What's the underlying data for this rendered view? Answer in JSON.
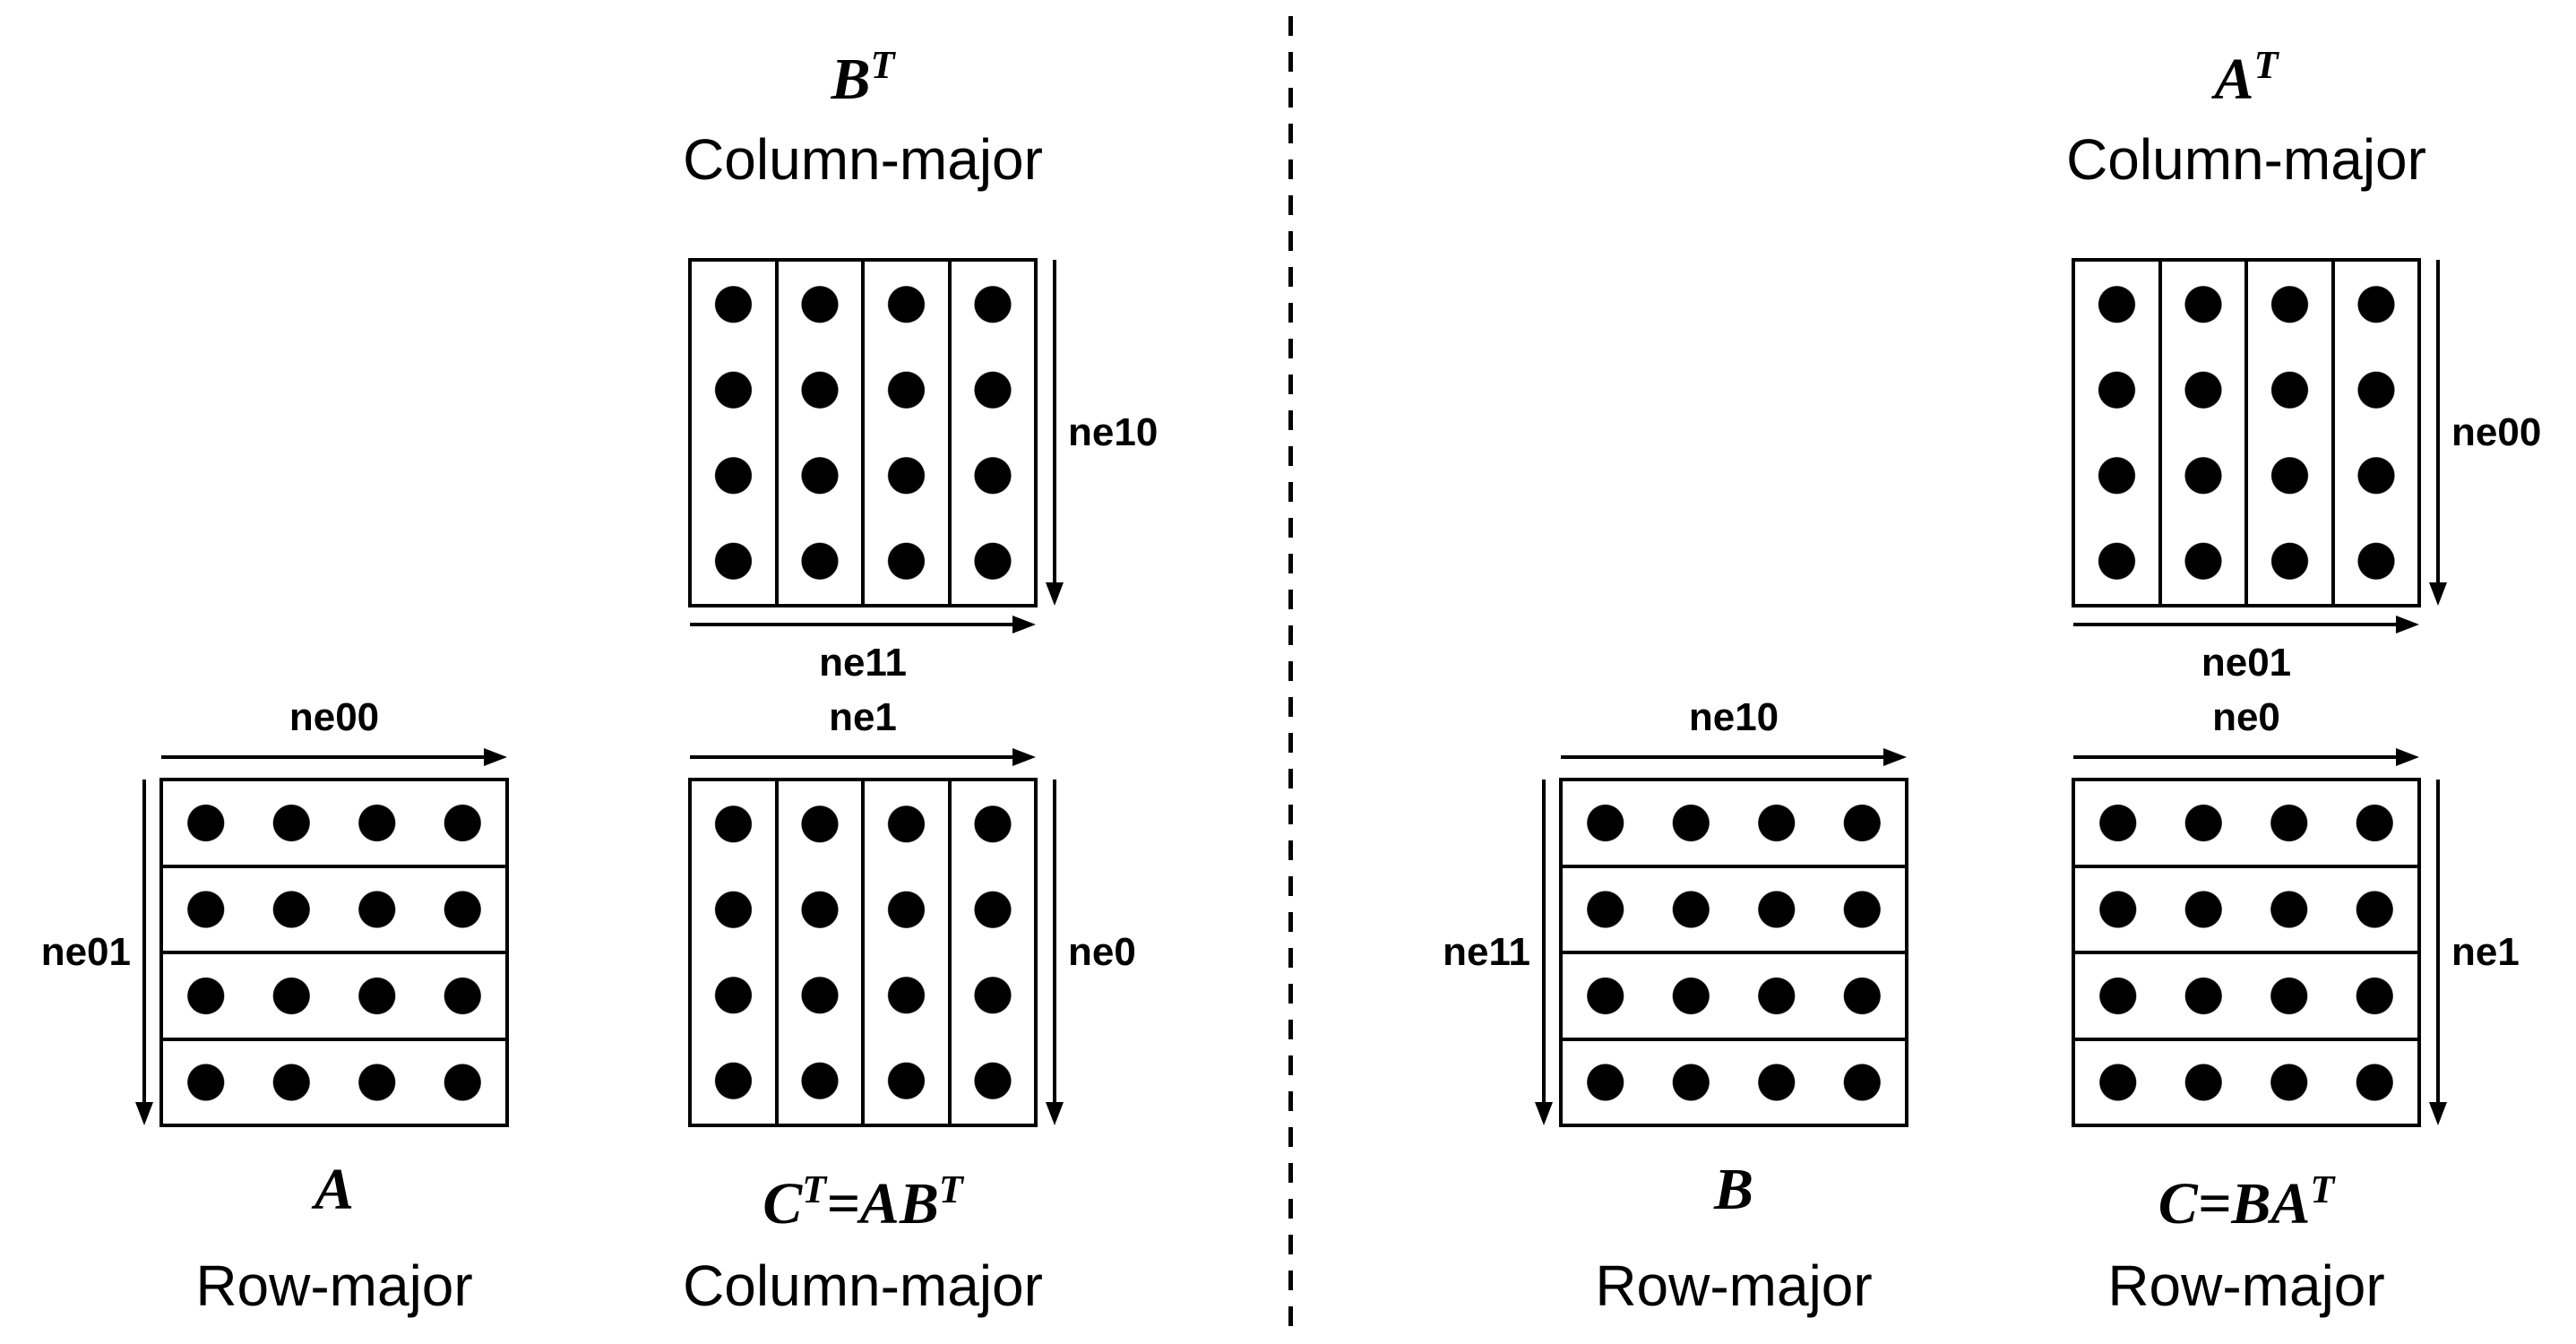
{
  "diagram": {
    "left": {
      "bt": {
        "formula": [
          {
            "t": "B",
            "sup": "T"
          }
        ],
        "layout": "Column-major",
        "right_label": "ne10",
        "bottom_label": "ne11"
      },
      "a": {
        "formula": [
          {
            "t": "A"
          }
        ],
        "layout": "Row-major",
        "top_label": "ne00",
        "left_label": "ne01"
      },
      "ct": {
        "formula": [
          {
            "t": "C",
            "sup": "T"
          },
          {
            "t": "=AB",
            "sup": "T"
          }
        ],
        "layout": "Column-major",
        "top_label": "ne1",
        "right_label": "ne0"
      }
    },
    "right": {
      "at": {
        "formula": [
          {
            "t": "A",
            "sup": "T"
          }
        ],
        "layout": "Column-major",
        "right_label": "ne00",
        "bottom_label": "ne01"
      },
      "b": {
        "formula": [
          {
            "t": "B"
          }
        ],
        "layout": "Row-major",
        "top_label": "ne10",
        "left_label": "ne11"
      },
      "c": {
        "formula": [
          {
            "t": "C=BA",
            "sup": "T"
          }
        ],
        "layout": "Row-major",
        "top_label": "ne0",
        "right_label": "ne1"
      }
    },
    "colors": {
      "ink": "#000000",
      "background": "#ffffff"
    }
  }
}
